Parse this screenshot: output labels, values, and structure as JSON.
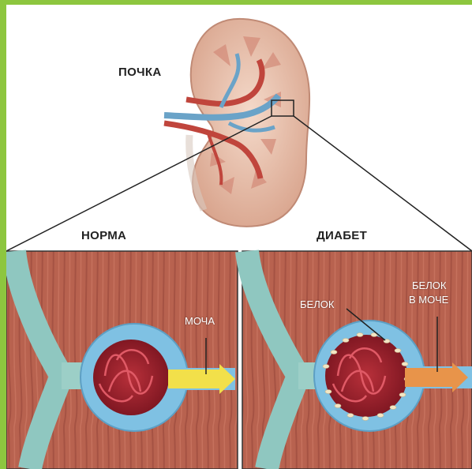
{
  "labels": {
    "kidney": "ПОЧКА",
    "normal": "НОРМА",
    "diabetes": "ДИАБЕТ",
    "urine": "МОЧА",
    "protein": "БЕЛОК",
    "protein_in_urine_line1": "БЕЛОК",
    "protein_in_urine_line2": "В МОЧЕ"
  },
  "colors": {
    "frame": "#8dc63f",
    "tissue": "#b8624f",
    "capsule": "#8ec8e6",
    "urine_arrow": "#f2e04a",
    "protein_arrow": "#e8944a"
  }
}
